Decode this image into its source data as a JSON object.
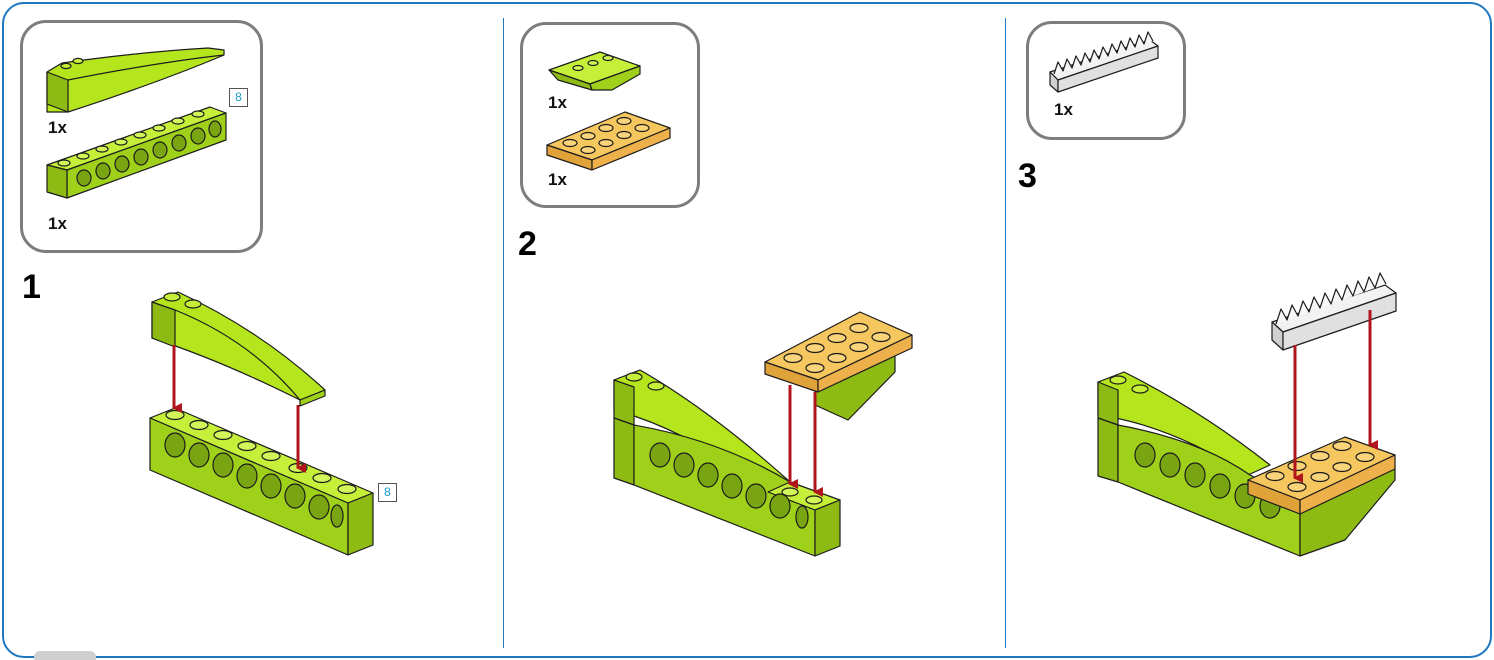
{
  "steps": [
    {
      "number": "1",
      "parts": [
        {
          "qty": "1x",
          "part": "curved-slope-brick"
        },
        {
          "qty": "1x",
          "part": "technic-beam",
          "length_label": "8"
        }
      ],
      "assembly_length_label": "8"
    },
    {
      "number": "2",
      "parts": [
        {
          "qty": "1x",
          "part": "inverted-slope-brick"
        },
        {
          "qty": "1x",
          "part": "plate-2x4"
        }
      ]
    },
    {
      "number": "3",
      "parts": [
        {
          "qty": "1x",
          "part": "gear-rack"
        }
      ]
    }
  ],
  "colors": {
    "frame": "#1f77c0",
    "lime": "#b5e61d",
    "lime_dark": "#8dbb14",
    "orange": "#f2b544",
    "rack": "#e6e6e6",
    "arrow": "#b0141c"
  }
}
